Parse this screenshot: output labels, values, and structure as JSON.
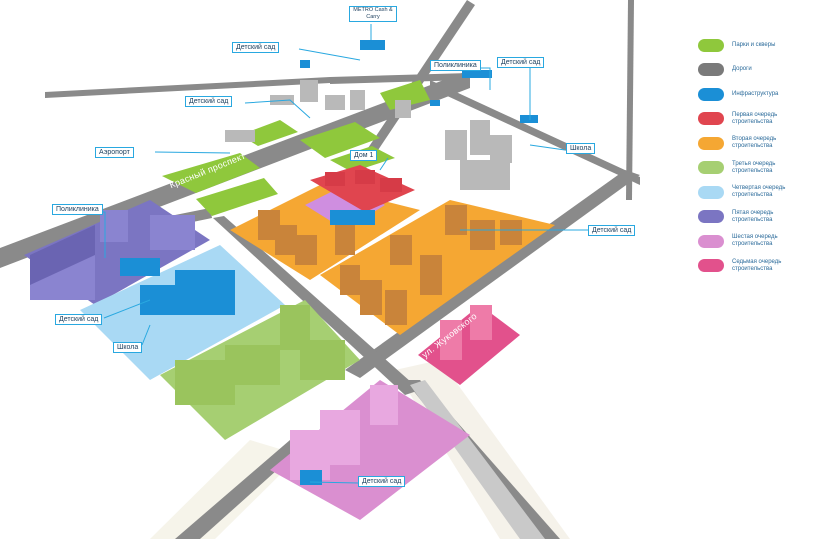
{
  "legend": [
    {
      "label": "Парки и скверы",
      "color": "#8fc83c"
    },
    {
      "label": "Дороги",
      "color": "#7a7a7a"
    },
    {
      "label": "Инфраструктура",
      "color": "#1b8fd6"
    },
    {
      "label": "Первая очередь строительства",
      "color": "#e0454f"
    },
    {
      "label": "Вторая очередь строительства",
      "color": "#f5a733"
    },
    {
      "label": "Третья очередь строительства",
      "color": "#a6cf72"
    },
    {
      "label": "Четвертая очередь строительства",
      "color": "#a9d9f4"
    },
    {
      "label": "Пятая очередь строительства",
      "color": "#7b75c2"
    },
    {
      "label": "Шестая очередь строительства",
      "color": "#da8fd0"
    },
    {
      "label": "Седьмая очередь строительства",
      "color": "#e2518c"
    }
  ],
  "labels": {
    "metro": "METRO Cash & Carry",
    "kindergarten_top": "Детский сад",
    "kindergarten_mid": "Детский сад",
    "polyclinic_top": "Поликлиника",
    "kindergarten_right_top": "Детский сад",
    "airport": "Аэропорт",
    "house1": "Дом 1",
    "school_right": "Школа",
    "polyclinic_left": "Поликлиника",
    "kindergarten_right": "Детский сад",
    "kindergarten_left": "Детский сад",
    "school_left": "Школа",
    "kindergarten_bottom": "Детский сад"
  },
  "streets": {
    "krasny": "Красный проспект",
    "zhukovsky": "ул. Жуковского"
  }
}
